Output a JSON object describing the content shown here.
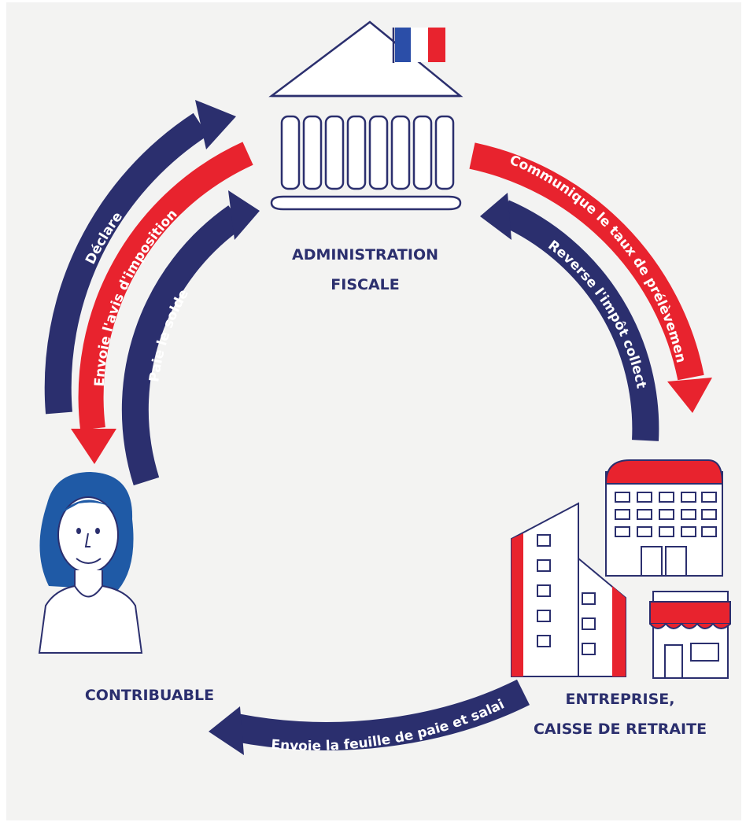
{
  "nodes": {
    "administration": {
      "line1": "ADMINISTRATION",
      "line2": "FISCALE"
    },
    "contribuable": {
      "label": "CONTRIBUABLE"
    },
    "entreprise": {
      "line1": "ENTREPRISE,",
      "line2": "CAISSE DE RETRAITE"
    }
  },
  "arrows": {
    "declare": "Déclare",
    "envoie_avis": "Envoie l'avis d'imposition",
    "paie_solde": "Paie le solde",
    "communique_taux": "Communique le taux de prélèvement",
    "reverse_impot": "Reverse l'impôt collecté",
    "envoie_feuille": "Envoie la feuille de paie et salaire net"
  },
  "colors": {
    "navy": "#2b2f6e",
    "red": "#e8232e",
    "flag_blue": "#2b4ea8",
    "flag_white": "#ffffff",
    "flag_red": "#e8232e",
    "hair": "#1f5aa6"
  }
}
